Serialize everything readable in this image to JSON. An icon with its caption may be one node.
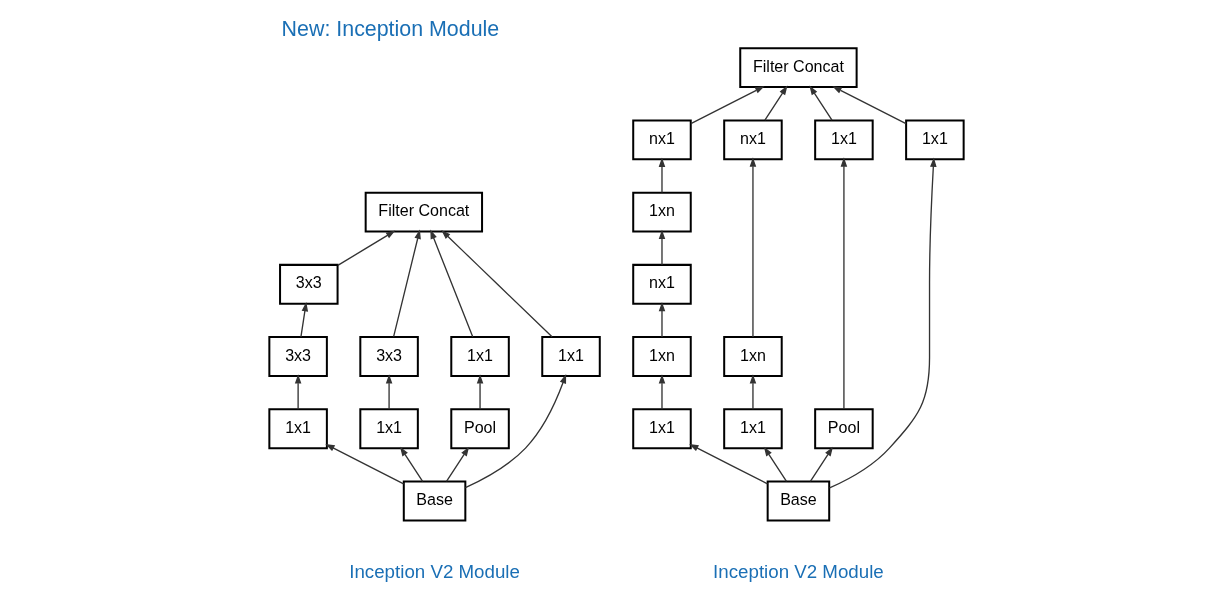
{
  "diagram": {
    "title": "New: Inception Module",
    "nodes": [
      {
        "text": [
          "Filter Concat"
        ]
      },
      {
        "text": [
          "3x3"
        ]
      },
      {
        "text": [
          "3x3"
        ]
      },
      {
        "text": [
          "1x1"
        ]
      },
      {
        "text": [
          "3x3"
        ]
      },
      {
        "text": [
          "1x1"
        ]
      },
      {
        "text": [
          "1x1"
        ]
      },
      {
        "text": [
          "Pool"
        ]
      },
      {
        "text": [
          "1x1"
        ]
      },
      {
        "text": [
          "Base"
        ]
      },
      {
        "text": [
          "Filter Concat"
        ]
      },
      {
        "text": [
          "nx1"
        ]
      },
      {
        "text": [
          "1xn"
        ]
      },
      {
        "text": [
          "nx1"
        ]
      },
      {
        "text": [
          "1xn"
        ]
      },
      {
        "text": [
          "1x1"
        ]
      },
      {
        "text": [
          "nx1"
        ]
      },
      {
        "text": [
          "1xn"
        ]
      },
      {
        "text": [
          "1x1"
        ]
      },
      {
        "text": [
          "1x1"
        ]
      },
      {
        "text": [
          "Pool"
        ]
      },
      {
        "text": [
          "1x1"
        ]
      },
      {
        "text": [
          "Base"
        ]
      }
    ],
    "edges": [
      {
        "from": 9,
        "to": 3,
        "arrow": "to"
      },
      {
        "from": 9,
        "to": 5,
        "arrow": "to"
      },
      {
        "from": 9,
        "to": 7,
        "arrow": "to"
      },
      {
        "from": 9,
        "to": 8,
        "arrow": "to"
      },
      {
        "from": 3,
        "to": 2,
        "arrow": "to"
      },
      {
        "from": 2,
        "to": 1,
        "arrow": "to"
      },
      {
        "from": 5,
        "to": 4,
        "arrow": "to"
      },
      {
        "from": 7,
        "to": 6,
        "arrow": "to"
      },
      {
        "from": 1,
        "to": 0,
        "arrow": "to"
      },
      {
        "from": 4,
        "to": 0,
        "arrow": "to"
      },
      {
        "from": 6,
        "to": 0,
        "arrow": "to"
      },
      {
        "from": 8,
        "to": 0,
        "arrow": "to"
      },
      {
        "from": 22,
        "to": 15,
        "arrow": "to"
      },
      {
        "from": 22,
        "to": 18,
        "arrow": "to"
      },
      {
        "from": 22,
        "to": 20,
        "arrow": "to"
      },
      {
        "from": 22,
        "to": 21,
        "arrow": "to"
      },
      {
        "from": 15,
        "to": 14,
        "arrow": "to"
      },
      {
        "from": 14,
        "to": 13,
        "arrow": "to"
      },
      {
        "from": 13,
        "to": 12,
        "arrow": "to"
      },
      {
        "from": 12,
        "to": 11,
        "arrow": "to"
      },
      {
        "from": 18,
        "to": 17,
        "arrow": "to"
      },
      {
        "from": 17,
        "to": 16,
        "arrow": "to"
      },
      {
        "from": 20,
        "to": 19,
        "arrow": "to"
      },
      {
        "from": 11,
        "to": 10,
        "arrow": "to"
      },
      {
        "from": 16,
        "to": 10,
        "arrow": "to"
      },
      {
        "from": 19,
        "to": 10,
        "arrow": "to"
      },
      {
        "from": 21,
        "to": 10,
        "arrow": "to"
      }
    ],
    "labels": [
      "Inception V2 Module",
      "Inception V2 Module"
    ]
  }
}
